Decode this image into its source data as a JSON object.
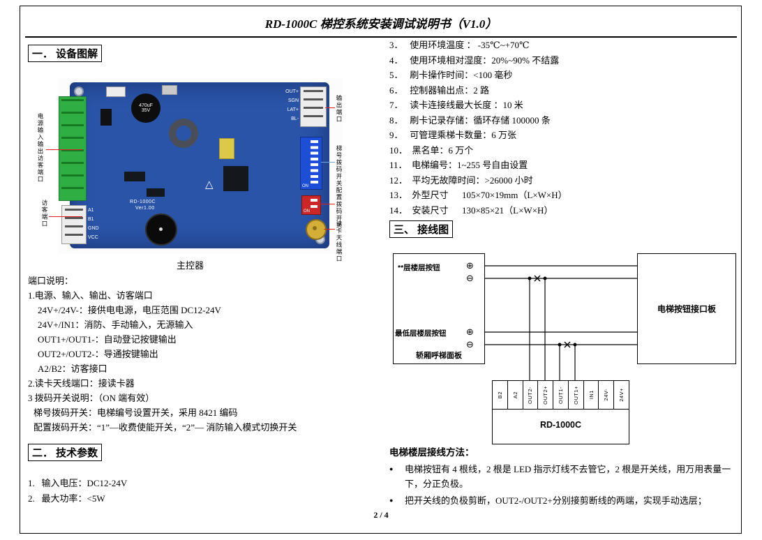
{
  "doc": {
    "title": "RD-1000C 梯控系统安装调试说明书（V1.0）",
    "page_number": "2 / 4"
  },
  "s1": {
    "heading": "一． 设备图解",
    "caption": "主控器",
    "pcb": {
      "silk1": "RD-1000C",
      "silk2": "Ver1.00",
      "cap1": "470uF",
      "cap2": "35V",
      "on_label": "ON",
      "pins_out": [
        "OUT+",
        "SGN",
        "LAT+",
        "BL-"
      ],
      "pins_visitor": [
        "A1",
        "B1",
        "GND",
        "VCC"
      ],
      "callouts": {
        "left_top": "电源输入输出访客端口",
        "left_bottom": "访客端口",
        "right_top": "输出端口",
        "right_mid1": "梯号拨码开关",
        "right_mid2": "配置拨码开关",
        "right_bottom": "读卡天线端口"
      }
    },
    "ports_title": "端口说明：",
    "ports": [
      "1.电源、输入、输出、访客端口",
      "24V+/24V-：接供电电源，电压范围 DC12-24V",
      "24V+/IN1：消防、手动输入，无源输入",
      "OUT1+/OUT1-：自动登记按键输出",
      "OUT2+/OUT2-：导通按键输出",
      "A2/B2：访客接口",
      "2.读卡天线端口：接读卡器",
      "3 拨码开关说明：（ON 端有效）",
      "梯号拨码开关：电梯编号设置开关，采用 8421 编码",
      "配置拨码开关：“1”—收费使能开关，“2”— 消防输入模式切换开关"
    ]
  },
  "s2": {
    "heading": "二． 技术参数",
    "left_items": [
      "1.   输入电压：DC12-24V",
      "2.   最大功率：<5W"
    ],
    "right_items": [
      "3．   使用环境温度 ： -35℃~+70℃",
      "4．   使用环境相对湿度：20%~90% 不结露",
      "5．   刷卡操作时间：<100 毫秒",
      "6．   控制器输出点：2 路",
      "7．   读卡连接线最大长度 ：10 米",
      "8．   刷卡记录存储：循环存储 100000 条",
      "9．   可管理乘梯卡数量：6 万张",
      "10．  黑名单：6 万个",
      "11．  电梯编号：1~255 号自由设置",
      "12．  平均无故障时间：>26000 小时",
      "13．  外型尺寸      105×70×19mm（L×W×H）",
      "14．  安装尺寸      130×85×21（L×W×H）"
    ]
  },
  "s3": {
    "heading": "三、  接线图",
    "diagram": {
      "left_box": {
        "top_label": "**层楼层按钮",
        "bottom_label": "最低层楼层按钮",
        "caption": "轿厢呼梯面板"
      },
      "right_box_label": "电梯按钮接口板",
      "controller_label": "RD-1000C",
      "plus_sym": "⊕",
      "minus_sym": "⊖",
      "terminals": [
        "B2",
        "A2",
        "OUT2-",
        "OUT2+",
        "OUT1-",
        "OUT1+",
        "IN1",
        "24V-",
        "24V+"
      ]
    },
    "method": {
      "title": "电梯楼层接线方法：",
      "bullet_char": "●",
      "bullets": [
        "电梯按钮有 4 根线，2 根是 LED 指示灯线不去管它，2 根是开关线，用万用表量一下，分正负极。",
        "把开关线的负极剪断，OUT2-/OUT2+分别接剪断线的两端，实现手动选层；"
      ]
    }
  }
}
